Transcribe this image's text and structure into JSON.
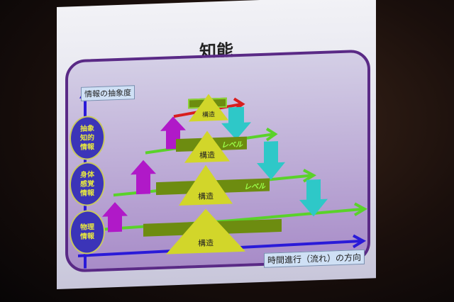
{
  "slide": {
    "title": "知能",
    "y_axis_label": "情報の抽象度",
    "x_axis_label": "時間進行（流れ）の方向",
    "levels": [
      {
        "label": "抽象\n知的\n情報"
      },
      {
        "label": "身体\n感覚\n情報"
      },
      {
        "label": "物理\n情報"
      }
    ],
    "structures": [
      "構造",
      "構造",
      "構造",
      "構造"
    ],
    "bars": [
      "",
      "レベル",
      "レベル",
      ""
    ],
    "colors": {
      "up_arrow": "#b019c8",
      "down_arrow": "#2ec8c8",
      "flow_line": "#5ad22a",
      "top_arrow": "#d81e1e",
      "axis": "#2a1ad8",
      "triangle": "#d2d62a"
    }
  }
}
